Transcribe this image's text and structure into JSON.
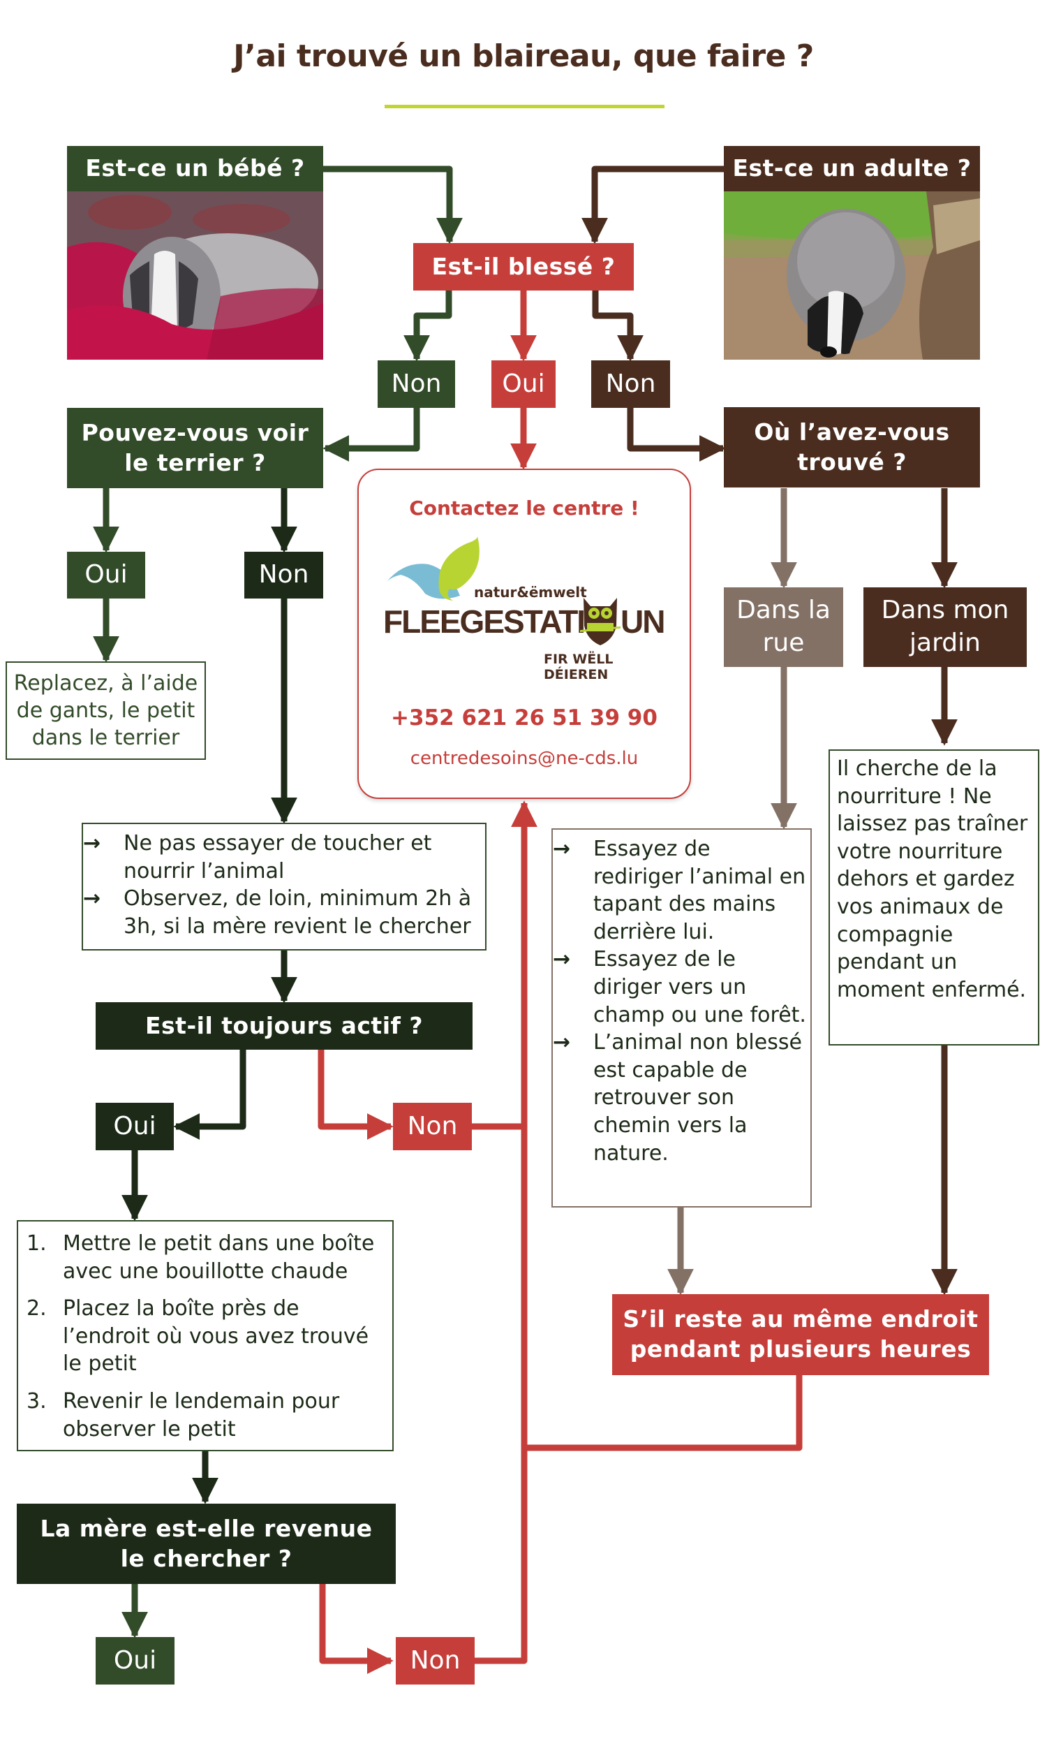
{
  "title": "J’ai trouvé un blaireau, que faire ?",
  "colors": {
    "green": "#324b29",
    "dark_green": "#1c2a17",
    "brown": "#4a2d1f",
    "red": "#c53e3a",
    "taupe": "#837166",
    "accent_lime": "#c0d530",
    "logo_blue": "#7bbcd5"
  },
  "baby": {
    "question": "Est-ce un bébé ?",
    "photo_icon": "baby-badger-photo"
  },
  "adult": {
    "question": "Est-ce un adulte ?",
    "photo_icon": "adult-badger-photo"
  },
  "injured": {
    "question": "Est-il blessé ?",
    "no_left": "Non",
    "yes": "Oui",
    "no_right": "Non"
  },
  "burrow": {
    "question": "Pouvez-vous voir le terrier ?",
    "yes": "Oui",
    "no": "Non",
    "yes_action": "Replacez, à l’aide de gants, le petit dans le terrier"
  },
  "contact": {
    "heading": "Contactez le centre !",
    "logo": {
      "tagline_top": "natur&ëmwelt",
      "name": "FLEEGESTATI",
      "name_end": "UN",
      "tagline_bottom": "FIR WËLL DÉIEREN"
    },
    "phone": "+352 621 26 51 39 90",
    "email": "centredesoins@ne-cds.lu"
  },
  "observe": {
    "bullets": [
      "Ne pas essayer de toucher et nourrir l’animal",
      "Observez, de loin, minimum 2h à 3h, si la mère revient le chercher"
    ],
    "bullet_icon": "→"
  },
  "active": {
    "question": "Est-il toujours actif ?",
    "yes": "Oui",
    "no": "Non"
  },
  "steps": [
    {
      "n": "1.",
      "text": "Mettre le petit dans une boîte avec une bouillotte chaude"
    },
    {
      "n": "2.",
      "text": "Placez la boîte près de l’endroit où vous avez trouvé le petit"
    },
    {
      "n": "3.",
      "text": "Revenir le lendemain pour observer le petit"
    }
  ],
  "mother": {
    "question": "La mère est-elle revenue le chercher ?",
    "yes": "Oui",
    "no": "Non"
  },
  "where": {
    "question": "Où l’avez-vous trouvé ?",
    "street": "Dans la rue",
    "garden": "Dans mon jardin"
  },
  "street_advice": {
    "bullets": [
      "Essayez de rediriger l’animal en tapant des mains derrière lui.",
      "Essayez de le diriger vers un champ ou une forêt.",
      "L’animal non blessé est capable de retrouver son chemin vers la nature."
    ],
    "bullet_icon": "→"
  },
  "garden_advice": "Il cherche de la nourriture ! Ne laissez pas traîner votre nourriture dehors et gardez vos animaux de compagnie pendant un moment enfermé.",
  "stays": "S’il reste au même endroit pendant plusieurs heures"
}
